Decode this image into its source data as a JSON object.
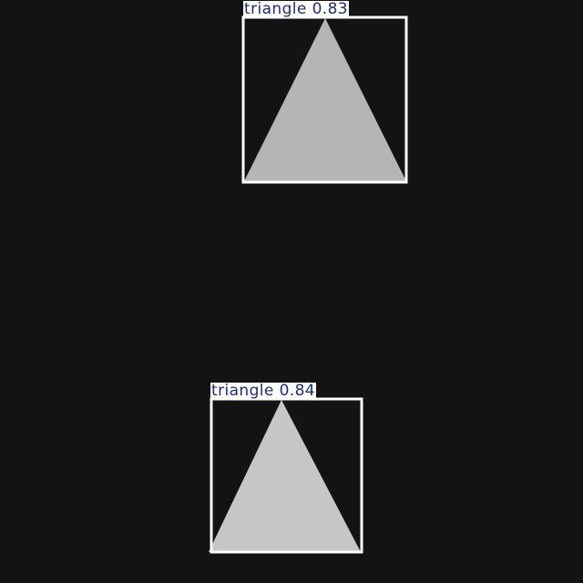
{
  "canvas": {
    "background_color": "#131313"
  },
  "detections": [
    {
      "class_label": "triangle",
      "confidence": "0.83",
      "box_color": "#ffffff",
      "shape_color": "#b5b5b5",
      "label_text_color": "#1c2a8c"
    },
    {
      "class_label": "triangle",
      "confidence": "0.84",
      "box_color": "#ffffff",
      "shape_color": "#c6c6c6",
      "label_text_color": "#1c2a8c"
    }
  ]
}
